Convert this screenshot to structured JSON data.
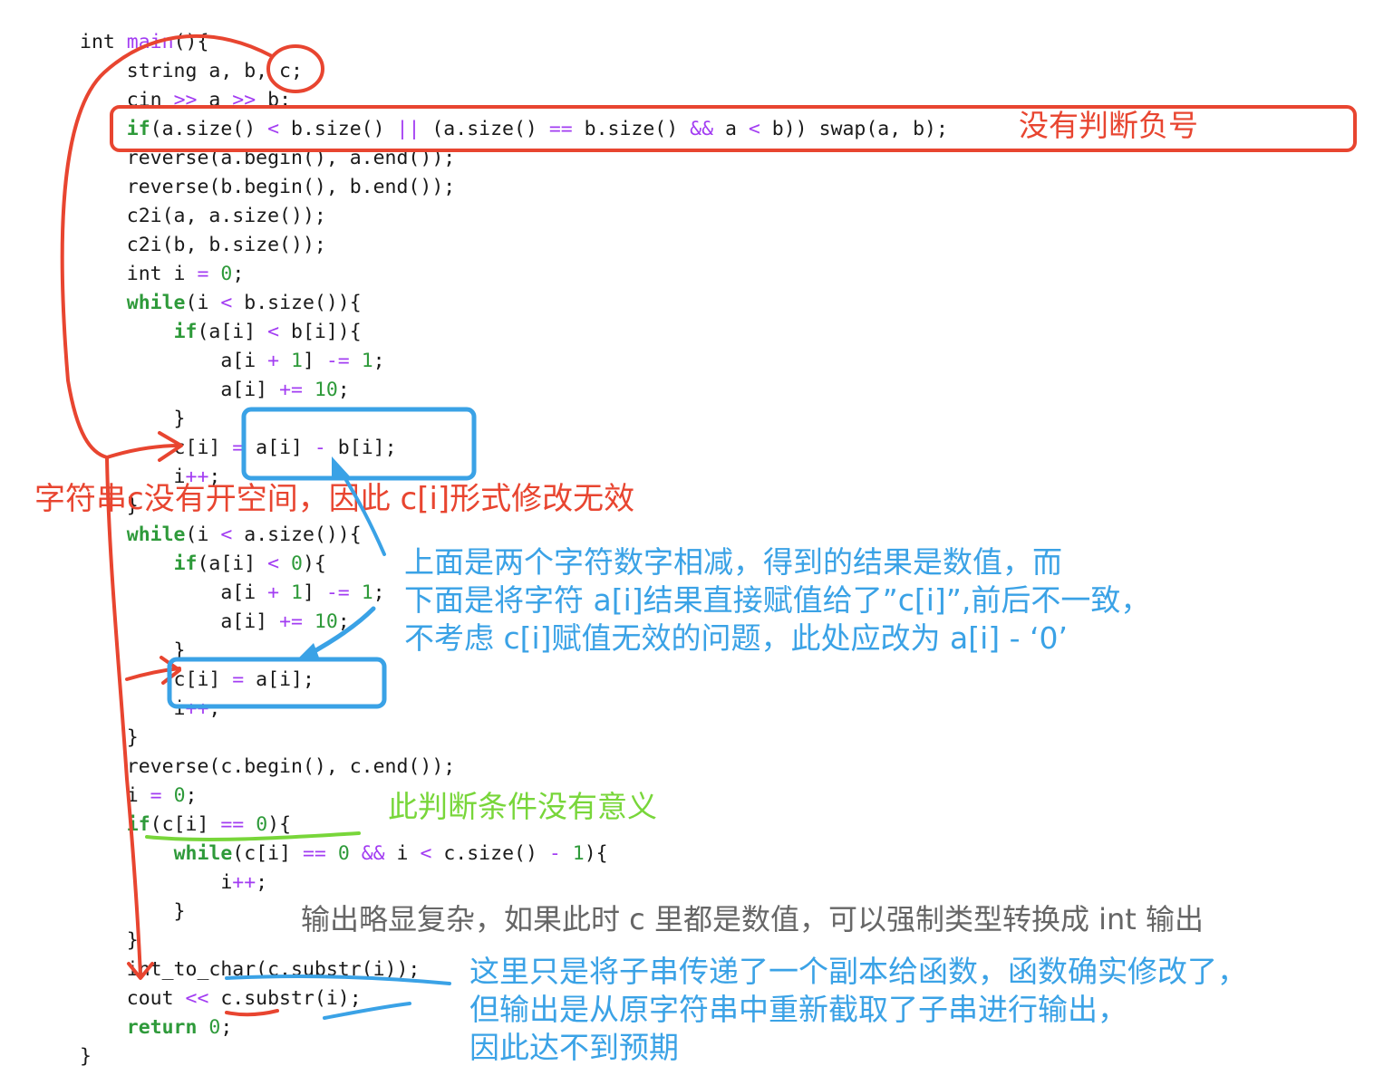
{
  "code": {
    "lines": [
      [
        {
          "t": "int ",
          "c": ""
        },
        {
          "t": "main",
          "c": "fn"
        },
        {
          "t": "(){",
          "c": ""
        }
      ],
      [
        {
          "t": "    string a, b, c;",
          "c": ""
        }
      ],
      [
        {
          "t": "    cin ",
          "c": ""
        },
        {
          "t": ">>",
          "c": "op"
        },
        {
          "t": " a ",
          "c": ""
        },
        {
          "t": ">>",
          "c": "op"
        },
        {
          "t": " b;",
          "c": ""
        }
      ],
      [
        {
          "t": "    ",
          "c": ""
        },
        {
          "t": "if",
          "c": "kw"
        },
        {
          "t": "(a.size() ",
          "c": ""
        },
        {
          "t": "<",
          "c": "op"
        },
        {
          "t": " b.size() ",
          "c": ""
        },
        {
          "t": "||",
          "c": "op"
        },
        {
          "t": " (a.size() ",
          "c": ""
        },
        {
          "t": "==",
          "c": "op"
        },
        {
          "t": " b.size() ",
          "c": ""
        },
        {
          "t": "&&",
          "c": "op"
        },
        {
          "t": " a ",
          "c": ""
        },
        {
          "t": "<",
          "c": "op"
        },
        {
          "t": " b)) swap(a, b);",
          "c": ""
        }
      ],
      [
        {
          "t": "    reverse(a.begin(), a.end());",
          "c": ""
        }
      ],
      [
        {
          "t": "    reverse(b.begin(), b.end());",
          "c": ""
        }
      ],
      [
        {
          "t": "    c2i(a, a.size());",
          "c": ""
        }
      ],
      [
        {
          "t": "    c2i(b, b.size());",
          "c": ""
        }
      ],
      [
        {
          "t": "    int i ",
          "c": ""
        },
        {
          "t": "=",
          "c": "op"
        },
        {
          "t": " ",
          "c": ""
        },
        {
          "t": "0",
          "c": "num"
        },
        {
          "t": ";",
          "c": ""
        }
      ],
      [
        {
          "t": "    ",
          "c": ""
        },
        {
          "t": "while",
          "c": "kw"
        },
        {
          "t": "(i ",
          "c": ""
        },
        {
          "t": "<",
          "c": "op"
        },
        {
          "t": " b.size()){",
          "c": ""
        }
      ],
      [
        {
          "t": "        ",
          "c": ""
        },
        {
          "t": "if",
          "c": "kw"
        },
        {
          "t": "(a[i] ",
          "c": ""
        },
        {
          "t": "<",
          "c": "op"
        },
        {
          "t": " b[i]){",
          "c": ""
        }
      ],
      [
        {
          "t": "            a[i ",
          "c": ""
        },
        {
          "t": "+",
          "c": "op"
        },
        {
          "t": " ",
          "c": ""
        },
        {
          "t": "1",
          "c": "num"
        },
        {
          "t": "] ",
          "c": ""
        },
        {
          "t": "-=",
          "c": "op"
        },
        {
          "t": " ",
          "c": ""
        },
        {
          "t": "1",
          "c": "num"
        },
        {
          "t": ";",
          "c": ""
        }
      ],
      [
        {
          "t": "            a[i] ",
          "c": ""
        },
        {
          "t": "+=",
          "c": "op"
        },
        {
          "t": " ",
          "c": ""
        },
        {
          "t": "10",
          "c": "num"
        },
        {
          "t": ";",
          "c": ""
        }
      ],
      [
        {
          "t": "        }",
          "c": ""
        }
      ],
      [
        {
          "t": "        c[i] ",
          "c": ""
        },
        {
          "t": "=",
          "c": "op"
        },
        {
          "t": " a[i] ",
          "c": ""
        },
        {
          "t": "-",
          "c": "op"
        },
        {
          "t": " b[i];",
          "c": ""
        }
      ],
      [
        {
          "t": "        i",
          "c": ""
        },
        {
          "t": "++",
          "c": "op"
        },
        {
          "t": ";",
          "c": ""
        }
      ],
      [
        {
          "t": "    }",
          "c": ""
        }
      ],
      [
        {
          "t": "    ",
          "c": ""
        },
        {
          "t": "while",
          "c": "kw"
        },
        {
          "t": "(i ",
          "c": ""
        },
        {
          "t": "<",
          "c": "op"
        },
        {
          "t": " a.size()){",
          "c": ""
        }
      ],
      [
        {
          "t": "        ",
          "c": ""
        },
        {
          "t": "if",
          "c": "kw"
        },
        {
          "t": "(a[i] ",
          "c": ""
        },
        {
          "t": "<",
          "c": "op"
        },
        {
          "t": " ",
          "c": ""
        },
        {
          "t": "0",
          "c": "num"
        },
        {
          "t": "){",
          "c": ""
        }
      ],
      [
        {
          "t": "            a[i ",
          "c": ""
        },
        {
          "t": "+",
          "c": "op"
        },
        {
          "t": " ",
          "c": ""
        },
        {
          "t": "1",
          "c": "num"
        },
        {
          "t": "] ",
          "c": ""
        },
        {
          "t": "-=",
          "c": "op"
        },
        {
          "t": " ",
          "c": ""
        },
        {
          "t": "1",
          "c": "num"
        },
        {
          "t": ";",
          "c": ""
        }
      ],
      [
        {
          "t": "            a[i] ",
          "c": ""
        },
        {
          "t": "+=",
          "c": "op"
        },
        {
          "t": " ",
          "c": ""
        },
        {
          "t": "10",
          "c": "num"
        },
        {
          "t": ";",
          "c": ""
        }
      ],
      [
        {
          "t": "        }",
          "c": ""
        }
      ],
      [
        {
          "t": "        c[i] ",
          "c": ""
        },
        {
          "t": "=",
          "c": "op"
        },
        {
          "t": " a[i];",
          "c": ""
        }
      ],
      [
        {
          "t": "        i",
          "c": ""
        },
        {
          "t": "++",
          "c": "op"
        },
        {
          "t": ";",
          "c": ""
        }
      ],
      [
        {
          "t": "    }",
          "c": ""
        }
      ],
      [
        {
          "t": "    reverse(c.begin(), c.end());",
          "c": ""
        }
      ],
      [
        {
          "t": "    i ",
          "c": ""
        },
        {
          "t": "=",
          "c": "op"
        },
        {
          "t": " ",
          "c": ""
        },
        {
          "t": "0",
          "c": "num"
        },
        {
          "t": ";",
          "c": ""
        }
      ],
      [
        {
          "t": "    ",
          "c": ""
        },
        {
          "t": "if",
          "c": "kw"
        },
        {
          "t": "(c[i] ",
          "c": ""
        },
        {
          "t": "==",
          "c": "op"
        },
        {
          "t": " ",
          "c": ""
        },
        {
          "t": "0",
          "c": "num"
        },
        {
          "t": "){",
          "c": ""
        }
      ],
      [
        {
          "t": "        ",
          "c": ""
        },
        {
          "t": "while",
          "c": "kw"
        },
        {
          "t": "(c[i] ",
          "c": ""
        },
        {
          "t": "==",
          "c": "op"
        },
        {
          "t": " ",
          "c": ""
        },
        {
          "t": "0",
          "c": "num"
        },
        {
          "t": " ",
          "c": ""
        },
        {
          "t": "&&",
          "c": "op"
        },
        {
          "t": " i ",
          "c": ""
        },
        {
          "t": "<",
          "c": "op"
        },
        {
          "t": " c.size() ",
          "c": ""
        },
        {
          "t": "-",
          "c": "op"
        },
        {
          "t": " ",
          "c": ""
        },
        {
          "t": "1",
          "c": "num"
        },
        {
          "t": "){",
          "c": ""
        }
      ],
      [
        {
          "t": "            i",
          "c": ""
        },
        {
          "t": "++",
          "c": "op"
        },
        {
          "t": ";",
          "c": ""
        }
      ],
      [
        {
          "t": "        }",
          "c": ""
        }
      ],
      [
        {
          "t": "    }",
          "c": ""
        }
      ],
      [
        {
          "t": "    int_to_char(c.substr(i));",
          "c": ""
        }
      ],
      [
        {
          "t": "    cout ",
          "c": ""
        },
        {
          "t": "<<",
          "c": "op"
        },
        {
          "t": " c.substr(i);",
          "c": ""
        }
      ],
      [
        {
          "t": "    ",
          "c": ""
        },
        {
          "t": "return",
          "c": "kw"
        },
        {
          "t": " ",
          "c": ""
        },
        {
          "t": "0",
          "c": "num"
        },
        {
          "t": ";",
          "c": ""
        }
      ],
      [
        {
          "t": "}",
          "c": ""
        }
      ]
    ]
  },
  "annotations": {
    "no_sign": "没有判断负号",
    "no_space": "字符串c没有开空间，因此 c[i]形式修改无效",
    "inconsistent": [
      "上面是两个字符数字相减，得到的结果是数值，而",
      "下面是将字符 a[i]结果直接赋值给了”c[i]”,前后不一致，",
      "不考虑 c[i]赋值无效的问题，此处应改为 a[i] - ‘0’"
    ],
    "meaningless": "此判断条件没有意义",
    "output_complex": "输出略显复杂，如果此时 c 里都是数值，可以强制类型转换成 int 输出",
    "copy_only": [
      "这里只是将子串传递了一个副本给函数，函数确实修改了，",
      "但输出是从原字符串中重新截取了子串进行输出，",
      "因此达不到预期"
    ]
  },
  "colors": {
    "red": "#e84530",
    "blue": "#3aa2e6",
    "green": "#78d63a",
    "gray": "#666666",
    "keyword": "#2e9a3a",
    "operator": "#a23cf2"
  }
}
